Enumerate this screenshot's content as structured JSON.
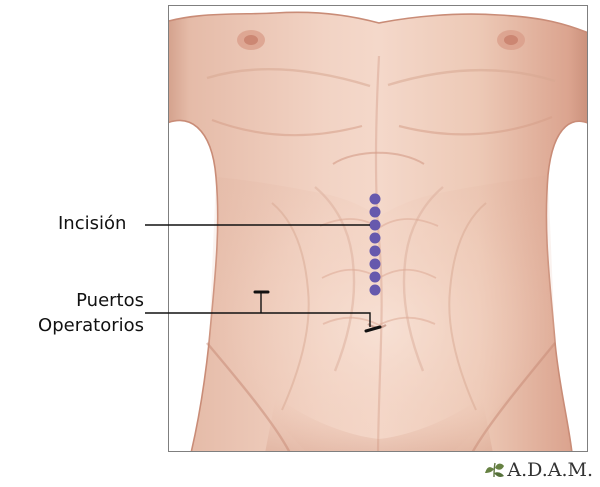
{
  "diagram": {
    "labels": {
      "incision": "Incisión",
      "ports_line_1": "Puertos",
      "ports_line_2": "Operatorios"
    },
    "logo": {
      "text": "A.D.A.M.",
      "icon": "leaf-logo-icon"
    },
    "colors": {
      "incision_dots": "#6659ad",
      "callout_lines": "#111111",
      "frame_border": "#7f7f7f",
      "skin": "#edc9b7"
    }
  }
}
